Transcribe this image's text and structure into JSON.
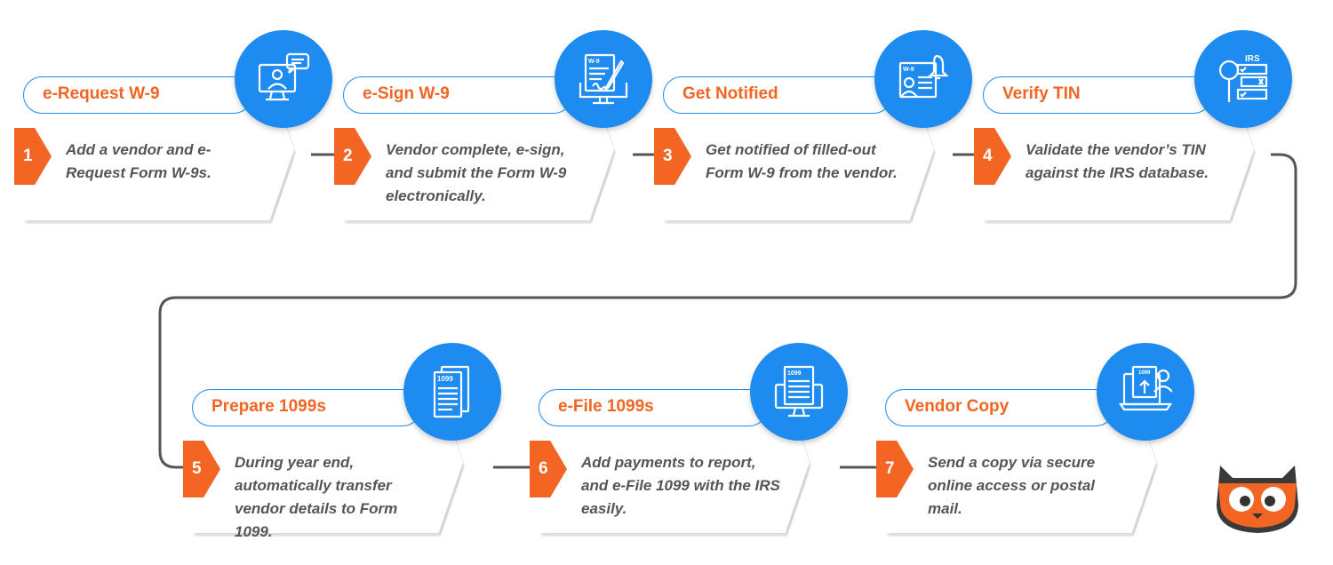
{
  "steps": [
    {
      "number": "1",
      "title": "e-Request W-9",
      "description": "Add a vendor and e-Request Form W-9s.",
      "icon": "vendor-chat-icon"
    },
    {
      "number": "2",
      "title": "e-Sign W-9",
      "description": "Vendor complete, e-sign, and submit the Form W-9 electronically.",
      "icon": "sign-form-icon"
    },
    {
      "number": "3",
      "title": "Get Notified",
      "description": "Get notified of filled-out Form W-9 from the vendor.",
      "icon": "notification-bell-icon"
    },
    {
      "number": "4",
      "title": "Verify TIN",
      "description": "Validate the vendor’s TIN against the IRS database.",
      "icon": "irs-verify-icon"
    },
    {
      "number": "5",
      "title": "Prepare 1099s",
      "description": "During year end, automatically transfer vendor details to Form 1099.",
      "icon": "form-1099-stack-icon"
    },
    {
      "number": "6",
      "title": "e-File 1099s",
      "description": "Add payments to report, and e-File 1099 with the IRS easily.",
      "icon": "efile-monitor-icon"
    },
    {
      "number": "7",
      "title": "Vendor Copy",
      "description": "Send a copy via secure online access or postal mail.",
      "icon": "send-copy-icon"
    }
  ],
  "icon_labels": {
    "w9": "W-9",
    "irs": "IRS",
    "f1099": "1099"
  },
  "colors": {
    "accent": "#f26522",
    "primary": "#1e8bf0",
    "connector": "#555555"
  }
}
